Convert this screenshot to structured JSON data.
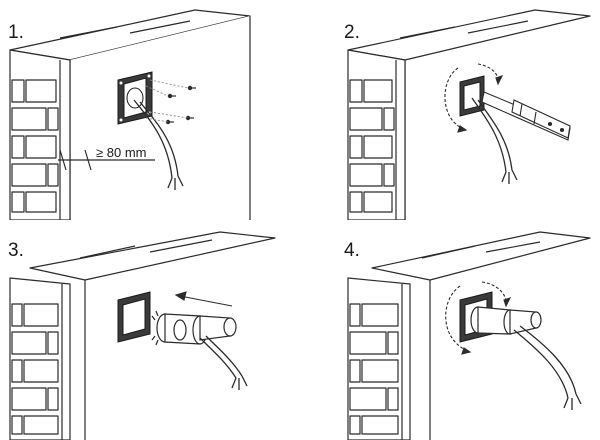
{
  "steps": [
    {
      "number": "1.",
      "measurement": "≥ 80 mm"
    },
    {
      "number": "2."
    },
    {
      "number": "3."
    },
    {
      "number": "4."
    }
  ],
  "colors": {
    "line": "#2b2b2b",
    "wall_face": "#ffffff",
    "plate": "#3a3a3a",
    "dashes": "#8a8a8a"
  },
  "icons": [
    "wall-corner",
    "mounting-plate",
    "cable",
    "screw",
    "drill-bit",
    "rotation-arrow",
    "direction-arrow",
    "cable-gland"
  ]
}
